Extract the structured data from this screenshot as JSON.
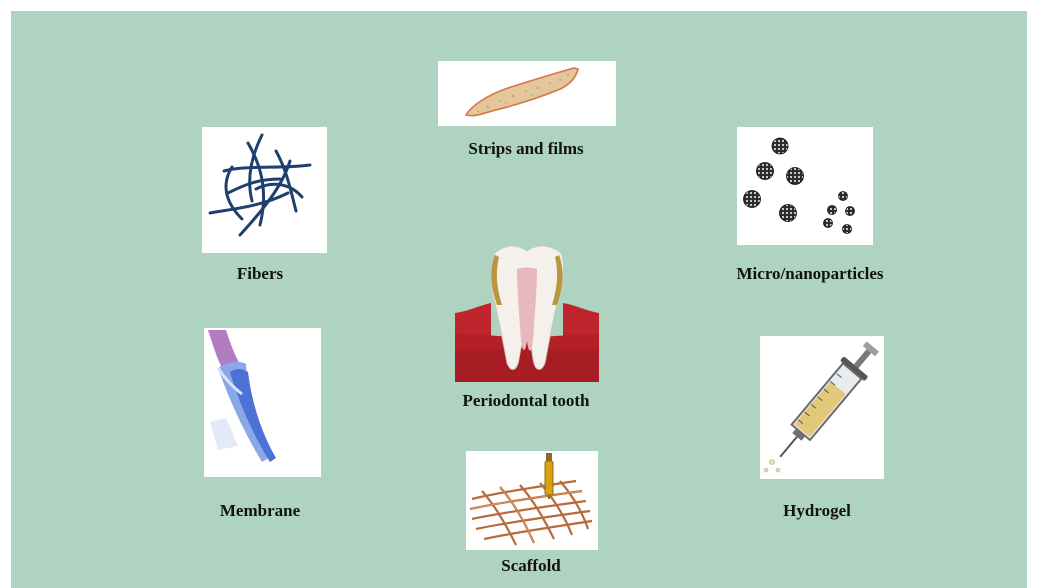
{
  "colors": {
    "background": "#aed3c0",
    "card": "#ffffff",
    "label_text": "#111111"
  },
  "center": {
    "label": "Periodontal tooth",
    "icon": "periodontal-tooth-icon"
  },
  "forms": [
    {
      "key": "strips",
      "label": "Strips and films",
      "icon": "strip-film-icon"
    },
    {
      "key": "fibers",
      "label": "Fibers",
      "icon": "fibers-icon"
    },
    {
      "key": "particles",
      "label": "Micro/nanoparticles",
      "icon": "particles-icon"
    },
    {
      "key": "membrane",
      "label": "Membrane",
      "icon": "membrane-icon"
    },
    {
      "key": "hydrogel",
      "label": "Hydrogel",
      "icon": "syringe-icon"
    },
    {
      "key": "scaffold",
      "label": "Scaffold",
      "icon": "scaffold-icon"
    }
  ]
}
